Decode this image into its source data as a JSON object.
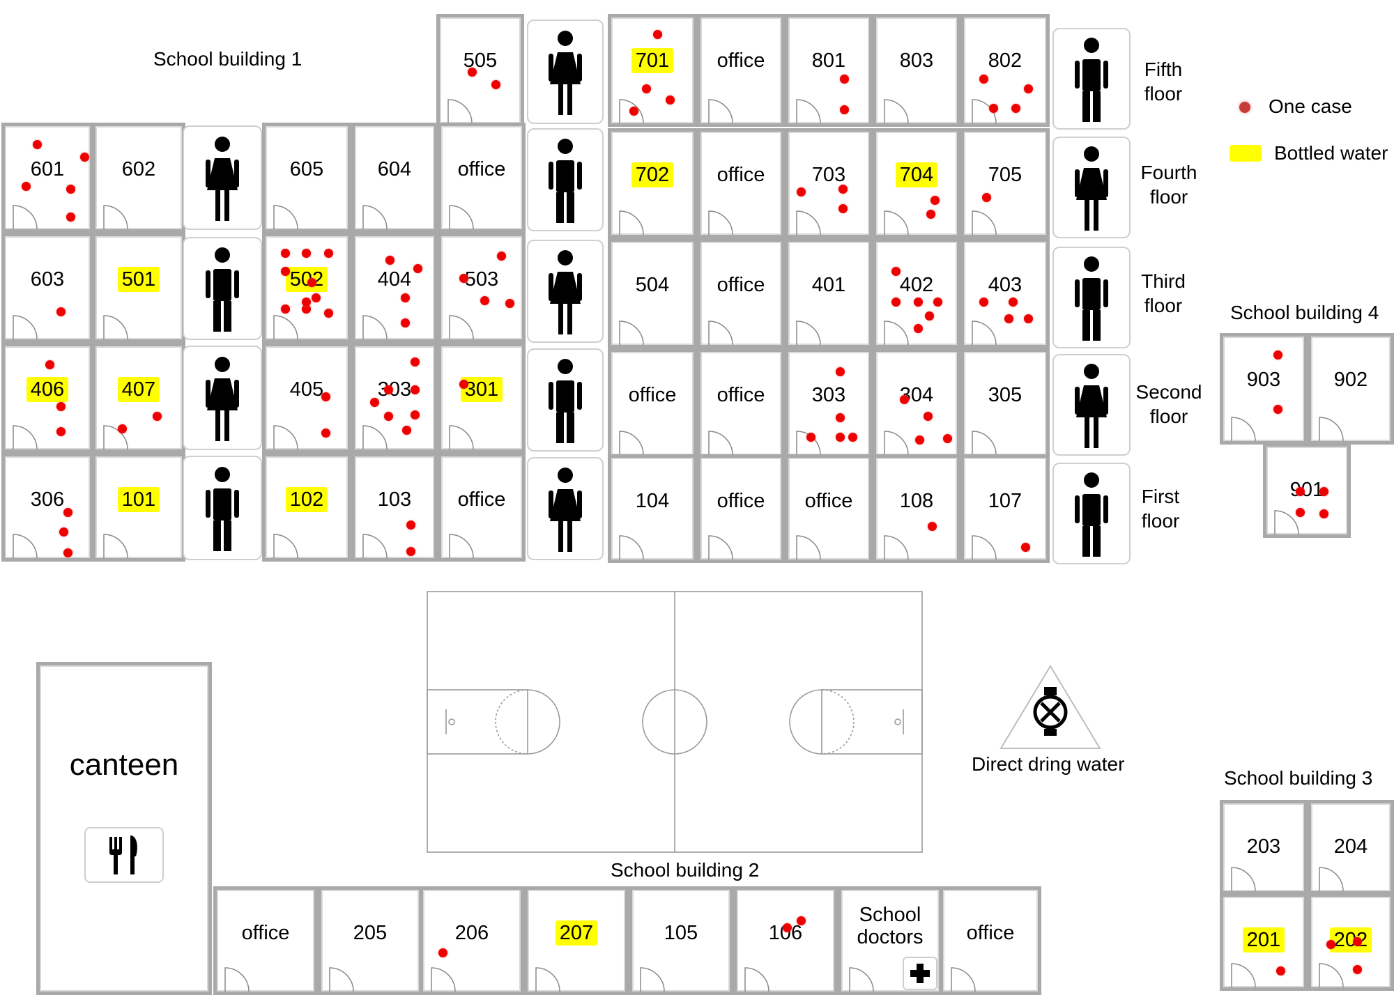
{
  "buildings": {
    "b1": "School building 1",
    "b2": "School building 2",
    "b3": "School building 3",
    "b4": "School building 4"
  },
  "floors": {
    "fifth": [
      "Fifth",
      "floor"
    ],
    "fourth": [
      "Fourth",
      "floor"
    ],
    "third": [
      "Third",
      "floor"
    ],
    "second": [
      "Second",
      "floor"
    ],
    "first": [
      "First",
      "floor"
    ]
  },
  "legend": {
    "case": "One case",
    "bottled": "Bottled water",
    "direct": "Direct dring water"
  },
  "colors": {
    "case_dot": "#ee0000",
    "bottled_highlight": "#ffff00",
    "wall": "#a9a9a9"
  },
  "icons": {
    "female": "female-restroom-icon",
    "male": "male-restroom-icon",
    "canteen": "fork-knife-icon",
    "doctor": "medical-cross-icon",
    "fountain": "water-tap-icon"
  },
  "canteen": {
    "label": "canteen"
  },
  "rooms": {
    "b1_505": {
      "label": "505",
      "bottled": false,
      "cases": 2
    },
    "b1_701": {
      "label": "701",
      "bottled": true,
      "cases": 4
    },
    "b1_off5": {
      "label": "office",
      "bottled": false,
      "cases": 0
    },
    "b1_801": {
      "label": "801",
      "bottled": false,
      "cases": 2
    },
    "b1_803": {
      "label": "803",
      "bottled": false,
      "cases": 0
    },
    "b1_802": {
      "label": "802",
      "bottled": false,
      "cases": 4
    },
    "b1_601": {
      "label": "601",
      "bottled": false,
      "cases": 5
    },
    "b1_602": {
      "label": "602",
      "bottled": false,
      "cases": 0
    },
    "b1_605": {
      "label": "605",
      "bottled": false,
      "cases": 0
    },
    "b1_604": {
      "label": "604",
      "bottled": false,
      "cases": 0
    },
    "b1_off4a": {
      "label": "office",
      "bottled": false,
      "cases": 0
    },
    "b1_702": {
      "label": "702",
      "bottled": true,
      "cases": 0
    },
    "b1_off4b": {
      "label": "office",
      "bottled": false,
      "cases": 0
    },
    "b1_703": {
      "label": "703",
      "bottled": false,
      "cases": 3
    },
    "b1_704": {
      "label": "704",
      "bottled": true,
      "cases": 2
    },
    "b1_705": {
      "label": "705",
      "bottled": false,
      "cases": 1
    },
    "b1_603": {
      "label": "603",
      "bottled": false,
      "cases": 1
    },
    "b1_501": {
      "label": "501",
      "bottled": true,
      "cases": 0
    },
    "b1_502": {
      "label": "502",
      "bottled": true,
      "cases": 10
    },
    "b1_404": {
      "label": "404",
      "bottled": false,
      "cases": 4
    },
    "b1_503": {
      "label": "503",
      "bottled": false,
      "cases": 4
    },
    "b1_504": {
      "label": "504",
      "bottled": false,
      "cases": 0
    },
    "b1_off3": {
      "label": "office",
      "bottled": false,
      "cases": 0
    },
    "b1_401": {
      "label": "401",
      "bottled": false,
      "cases": 0
    },
    "b1_402": {
      "label": "402",
      "bottled": false,
      "cases": 6
    },
    "b1_403": {
      "label": "403",
      "bottled": false,
      "cases": 4
    },
    "b1_406": {
      "label": "406",
      "bottled": true,
      "cases": 3
    },
    "b1_407": {
      "label": "407",
      "bottled": true,
      "cases": 2
    },
    "b1_405": {
      "label": "405",
      "bottled": false,
      "cases": 2
    },
    "b1_303a": {
      "label": "303",
      "bottled": false,
      "cases": 7
    },
    "b1_301": {
      "label": "301",
      "bottled": true,
      "cases": 1
    },
    "b1_off2a": {
      "label": "office",
      "bottled": false,
      "cases": 0
    },
    "b1_off2b": {
      "label": "office",
      "bottled": false,
      "cases": 0
    },
    "b1_303b": {
      "label": "303",
      "bottled": false,
      "cases": 5
    },
    "b1_304": {
      "label": "304",
      "bottled": false,
      "cases": 4
    },
    "b1_305": {
      "label": "305",
      "bottled": false,
      "cases": 0
    },
    "b1_306": {
      "label": "306",
      "bottled": false,
      "cases": 3
    },
    "b1_101": {
      "label": "101",
      "bottled": true,
      "cases": 0
    },
    "b1_102": {
      "label": "102",
      "bottled": true,
      "cases": 0
    },
    "b1_103": {
      "label": "103",
      "bottled": false,
      "cases": 2
    },
    "b1_off1a": {
      "label": "office",
      "bottled": false,
      "cases": 0
    },
    "b1_104": {
      "label": "104",
      "bottled": false,
      "cases": 0
    },
    "b1_off1b": {
      "label": "office",
      "bottled": false,
      "cases": 0
    },
    "b1_off1c": {
      "label": "office",
      "bottled": false,
      "cases": 0
    },
    "b1_108": {
      "label": "108",
      "bottled": false,
      "cases": 1
    },
    "b1_107": {
      "label": "107",
      "bottled": false,
      "cases": 1
    },
    "b4_903": {
      "label": "903",
      "bottled": false,
      "cases": 2
    },
    "b4_902": {
      "label": "902",
      "bottled": false,
      "cases": 0
    },
    "b4_901": {
      "label": "901",
      "bottled": false,
      "cases": 4
    },
    "b3_203": {
      "label": "203",
      "bottled": false,
      "cases": 0
    },
    "b3_204": {
      "label": "204",
      "bottled": false,
      "cases": 0
    },
    "b3_201": {
      "label": "201",
      "bottled": true,
      "cases": 1
    },
    "b3_202": {
      "label": "202",
      "bottled": true,
      "cases": 3
    },
    "b2_office1": {
      "label": "office",
      "bottled": false,
      "cases": 0
    },
    "b2_205": {
      "label": "205",
      "bottled": false,
      "cases": 0
    },
    "b2_206": {
      "label": "206",
      "bottled": false,
      "cases": 1
    },
    "b2_207": {
      "label": "207",
      "bottled": true,
      "cases": 0
    },
    "b2_105": {
      "label": "105",
      "bottled": false,
      "cases": 0
    },
    "b2_106": {
      "label": "106",
      "bottled": false,
      "cases": 2
    },
    "b2_doctors": {
      "label": [
        "School",
        "doctors"
      ],
      "bottled": false,
      "cases": 0
    },
    "b2_office2": {
      "label": "office",
      "bottled": false,
      "cases": 0
    }
  }
}
